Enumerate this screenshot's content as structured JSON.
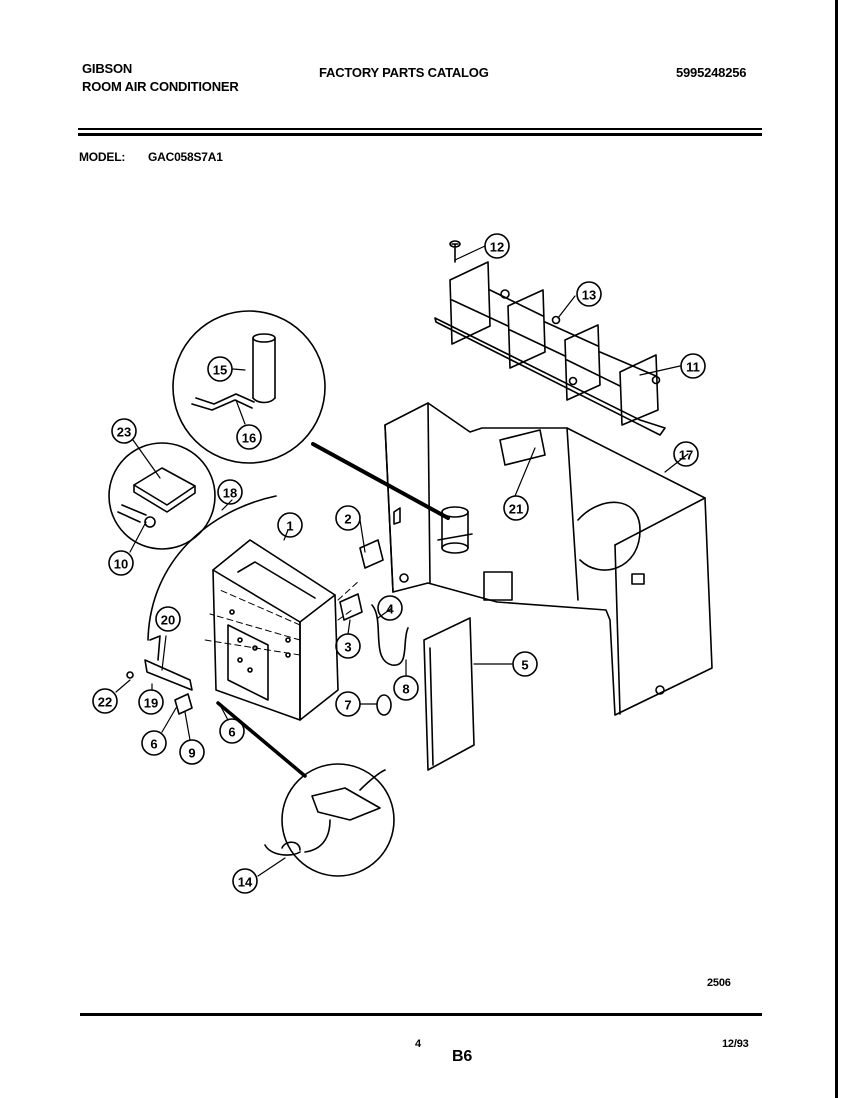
{
  "header": {
    "brand": "GIBSON",
    "product": "ROOM AIR CONDITIONER",
    "catalog_title": "FACTORY PARTS CATALOG",
    "catalog_number": "5995248256"
  },
  "model": {
    "label": "MODEL:",
    "value": "GAC058S7A1"
  },
  "diagram": {
    "callouts": [
      "1",
      "2",
      "3",
      "4",
      "5",
      "6",
      "6",
      "7",
      "8",
      "9",
      "10",
      "11",
      "12",
      "13",
      "14",
      "15",
      "16",
      "17",
      "18",
      "19",
      "20",
      "21",
      "22",
      "23"
    ]
  },
  "footer": {
    "figure_code": "2506",
    "page_number": "4",
    "section_code": "B6",
    "date": "12/93"
  }
}
